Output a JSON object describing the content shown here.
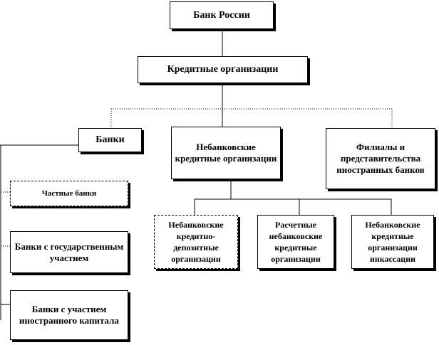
{
  "diagram": {
    "root": "Банк России",
    "credit_orgs": "Кредитные организации",
    "banks": "Банки",
    "nonbank_credit": "Небанковские кредитные организации",
    "foreign_branches": "Филиалы и представительства иностранных банков",
    "private_banks": "Частные банки",
    "state_banks": "Банки с государственным участием",
    "foreign_capital_banks": "Банки с участием иностранного капитала",
    "nonbank_deposit_credit": "Небанковские кредитно-депозитные организации",
    "settlement_nonbank": "Расчетные небанковские кредитные организации",
    "nonbank_collection": "Небанковские кредитные организации инкассации"
  }
}
